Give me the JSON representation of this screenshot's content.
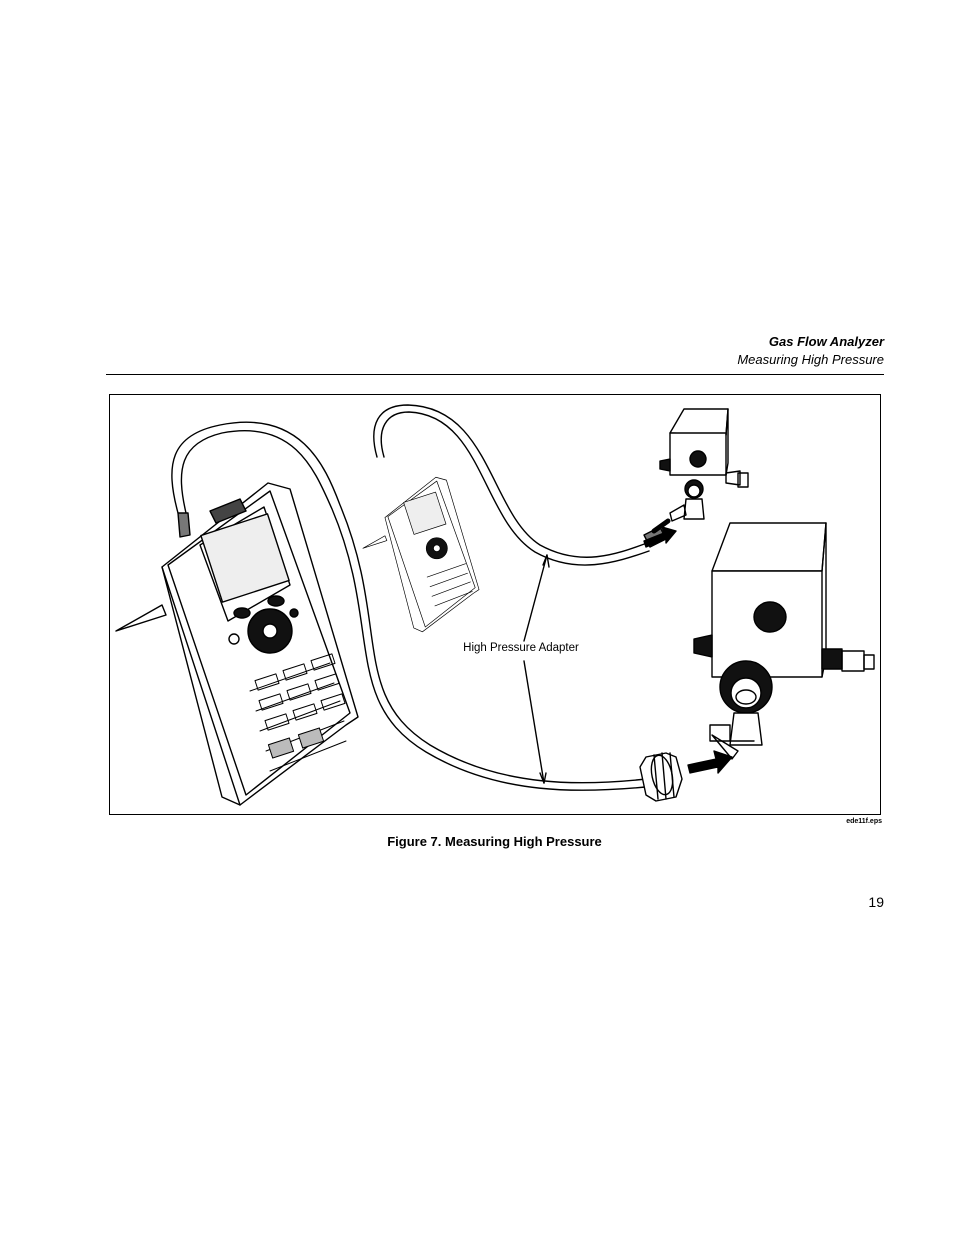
{
  "header": {
    "title": "Gas Flow Analyzer",
    "subtitle": "Measuring High Pressure"
  },
  "figure": {
    "callout": "High Pressure Adapter",
    "file_id": "ede11f.eps",
    "caption": "Figure 7. Measuring High Pressure"
  },
  "page_number": "19"
}
